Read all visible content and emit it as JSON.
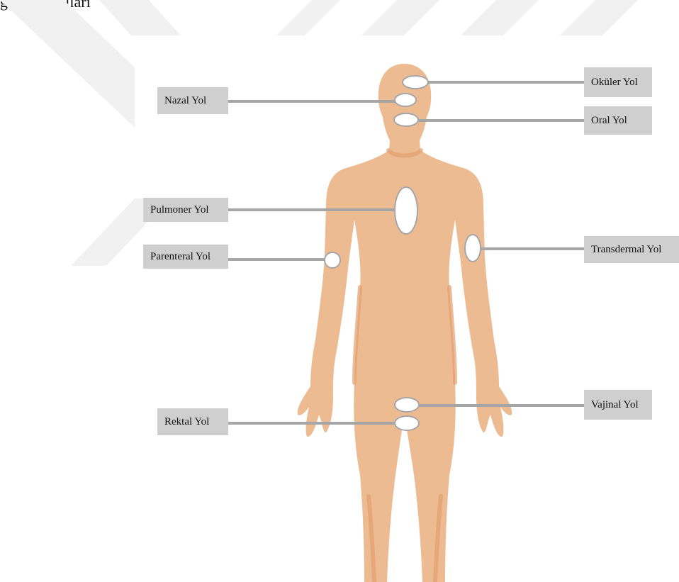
{
  "caption": "gulama yolları",
  "colors": {
    "skin": "#edbb92",
    "skin_shadow": "#e2a06f",
    "connector": "#a6a6a6",
    "label_bg": "#cfcfcf",
    "marker_fill": "#ffffff",
    "watermark": "#f1f1f1"
  },
  "routes": {
    "okuler": "Oküler Yol",
    "nazal": "Nazal Yol",
    "oral": "Oral Yol",
    "pulmoner": "Pulmoner Yol",
    "parenteral": "Parenteral Yol",
    "transdermal": "Transdermal Yol",
    "vajinal": "Vajinal Yol",
    "rektal": "Rektal Yol"
  }
}
